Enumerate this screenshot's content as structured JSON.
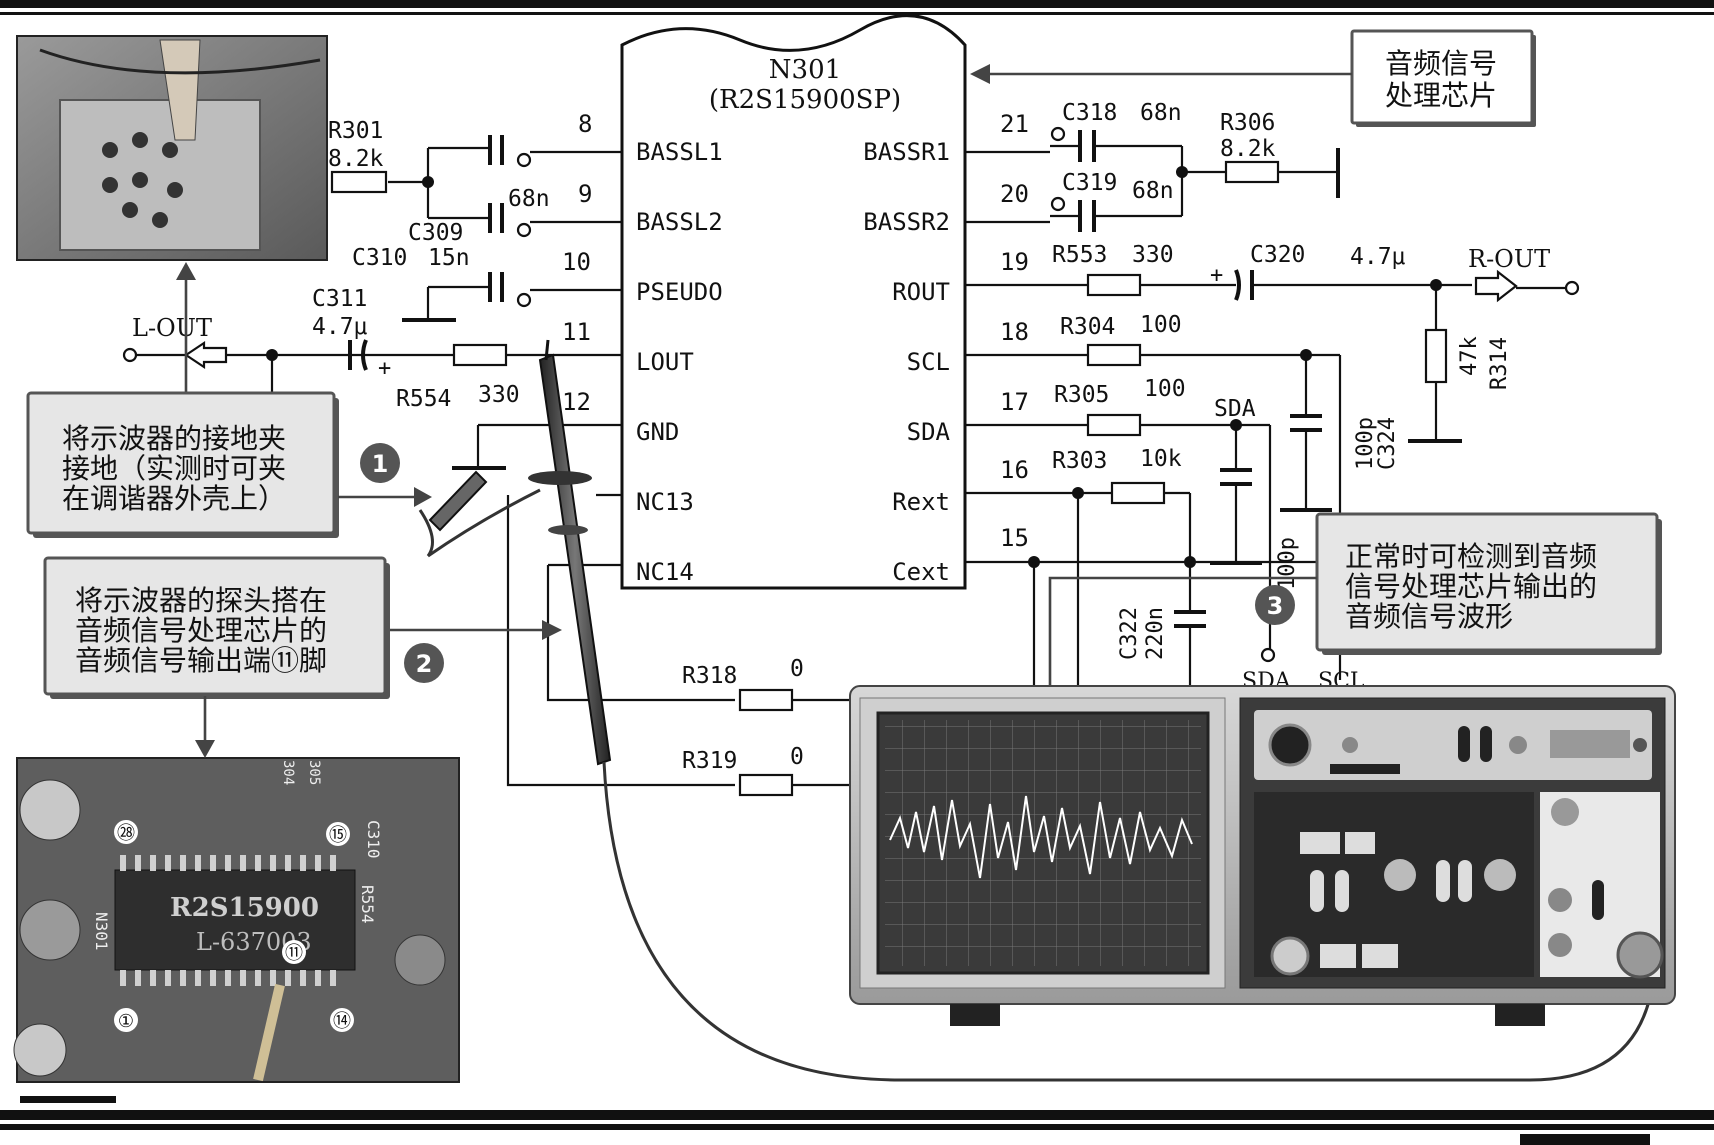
{
  "chip": {
    "ref": "N301",
    "part": "(R2S15900SP)",
    "left_pins": [
      {
        "num": "8",
        "name": "BASSL1"
      },
      {
        "num": "9",
        "name": "BASSL2"
      },
      {
        "num": "10",
        "name": "PSEUDO"
      },
      {
        "num": "11",
        "name": "LOUT"
      },
      {
        "num": "12",
        "name": "GND"
      },
      {
        "num": "",
        "name": "NC13"
      },
      {
        "num": "",
        "name": "NC14"
      }
    ],
    "right_pins": [
      {
        "num": "21",
        "name": "BASSR1"
      },
      {
        "num": "20",
        "name": "BASSR2"
      },
      {
        "num": "19",
        "name": "ROUT"
      },
      {
        "num": "18",
        "name": "SCL"
      },
      {
        "num": "17",
        "name": "SDA"
      },
      {
        "num": "16",
        "name": "Rext"
      },
      {
        "num": "15",
        "name": "Cext"
      }
    ]
  },
  "components": {
    "r301": "R301",
    "r301_val": "8.2k",
    "c309": "C309",
    "c309_val": "68n",
    "c310": "C310",
    "c310_val": "15n",
    "c311": "C311",
    "c311_val": "4.7μ",
    "r554": "R554",
    "r554_val": "330",
    "c318": "C318",
    "c318_val": "68n",
    "c319": "C319",
    "c319_val": "68n",
    "r306": "R306",
    "r306_val": "8.2k",
    "r553": "R553",
    "r553_val": "330",
    "c320": "C320",
    "c320_val": "4.7μ",
    "r314": "R314",
    "r314_val": "47k",
    "r304": "R304",
    "r304_val": "100",
    "r305": "R305",
    "r305_val": "100",
    "r303": "R303",
    "r303_val": "10k",
    "c324": "C324",
    "c324_val": "100p",
    "c325_val": "100p",
    "c322": "C322",
    "c322_val": "220n",
    "r318": "R318",
    "r318_val": "0",
    "r319": "R319",
    "r319_val": "0"
  },
  "nets": {
    "l_out": "L-OUT",
    "r_out": "R-OUT",
    "sda": "SDA",
    "sda_bottom": "SDA",
    "scl_bottom": "SCL"
  },
  "callouts": {
    "chip_label": [
      "音频信号",
      "处理芯片"
    ],
    "step1": [
      "将示波器的接地夹",
      "接地（实测时可夹",
      "在调谐器外壳上）"
    ],
    "step2": [
      "将示波器的探头搭在",
      "音频信号处理芯片的",
      "音频信号输出端⑪脚"
    ],
    "step3": [
      "正常时可检测到音频",
      "信号处理芯片输出的",
      "音频信号波形"
    ]
  },
  "badges": {
    "b1": "1",
    "b2": "2",
    "b3": "3"
  },
  "photo": {
    "chip_marking_1": "R2S15900",
    "chip_marking_2": "L-637003",
    "ref_n301": "N301",
    "c310": "C310",
    "r554": "R554",
    "r304": "304",
    "r305": "305",
    "pin28": "㉘",
    "pin15": "⑮",
    "pin11": "⑪",
    "pin1": "①",
    "pin14": "⑭"
  },
  "colors": {
    "line": "#111111",
    "callout_fill": "#e6e6e6",
    "callout_border": "#555555",
    "scope_screen": "#3a3a3a",
    "waveform": "#ffffff"
  }
}
